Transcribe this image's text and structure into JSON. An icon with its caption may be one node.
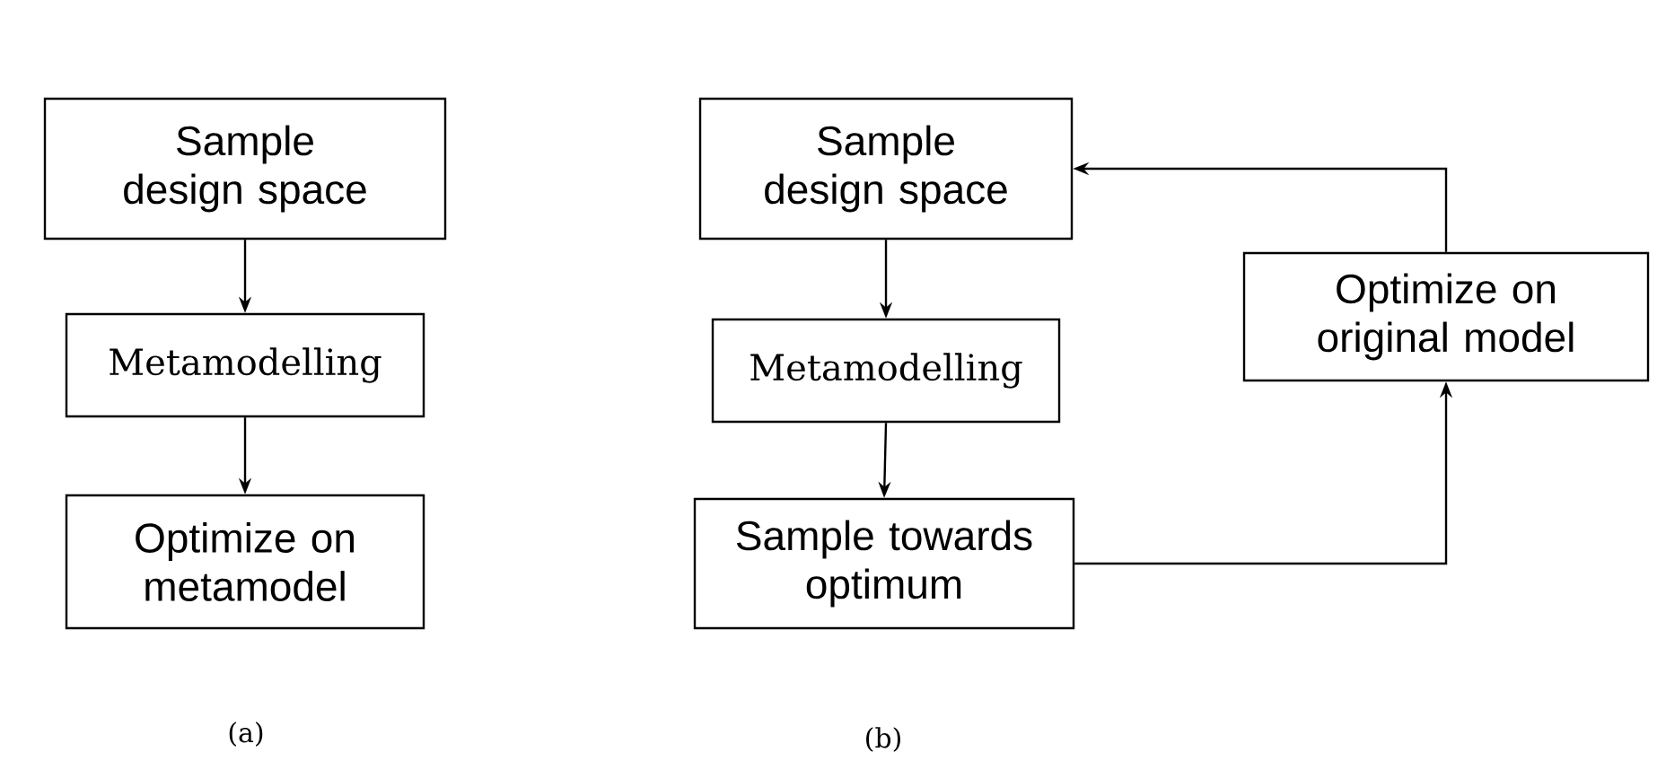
{
  "diagram": {
    "nodes": [
      {
        "text": [
          "Sample design space"
        ]
      },
      {
        "text": [
          "Metamodelling"
        ]
      },
      {
        "text": [
          "Optimize on metamodel"
        ]
      },
      {
        "text": [
          "Sample design space"
        ]
      },
      {
        "text": [
          "Metamodelling"
        ]
      },
      {
        "text": [
          "Sample towards optimum"
        ]
      },
      {
        "text": [
          "Optimize on original model"
        ]
      }
    ],
    "edges": [
      {
        "from": 0,
        "to": 1,
        "arrow": "to"
      },
      {
        "from": 1,
        "to": 2,
        "arrow": "to"
      },
      {
        "from": 3,
        "to": 4,
        "arrow": "to"
      },
      {
        "from": 4,
        "to": 5,
        "arrow": "to"
      },
      {
        "from": 5,
        "to": 6,
        "arrow": "to"
      },
      {
        "from": 6,
        "to": 3,
        "arrow": "to"
      }
    ],
    "labels": [
      "(a)",
      "(b)"
    ]
  }
}
